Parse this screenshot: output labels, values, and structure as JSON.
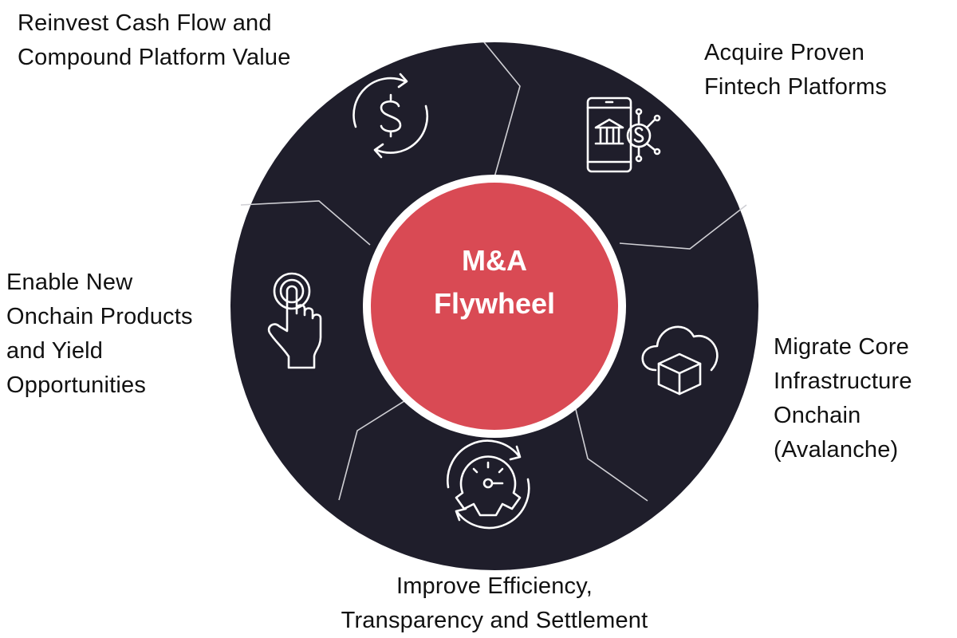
{
  "center": {
    "line1": "M&A",
    "line2": "Flywheel"
  },
  "steps": [
    {
      "icon": "bank-app-icon",
      "lines": [
        "Acquire Proven",
        "Fintech Platforms"
      ]
    },
    {
      "icon": "cloud-cube-icon",
      "lines": [
        "Migrate Core",
        "Infrastructure",
        "Onchain",
        "(Avalanche)"
      ]
    },
    {
      "icon": "gauge-gear-cycle-icon",
      "lines": [
        "Improve Efficiency,",
        "Transparency and Settlement"
      ]
    },
    {
      "icon": "touch-hand-icon",
      "lines": [
        "Enable New",
        "Onchain Products",
        "and Yield",
        "Opportunities"
      ]
    },
    {
      "icon": "dollar-cycle-icon",
      "lines": [
        "Reinvest Cash Flow and",
        "Compound Platform Value"
      ]
    }
  ],
  "colors": {
    "wheel": "#1f1e2b",
    "center": "#d94a54",
    "divider": "#cfcfd4",
    "ring": "#ffffff"
  }
}
